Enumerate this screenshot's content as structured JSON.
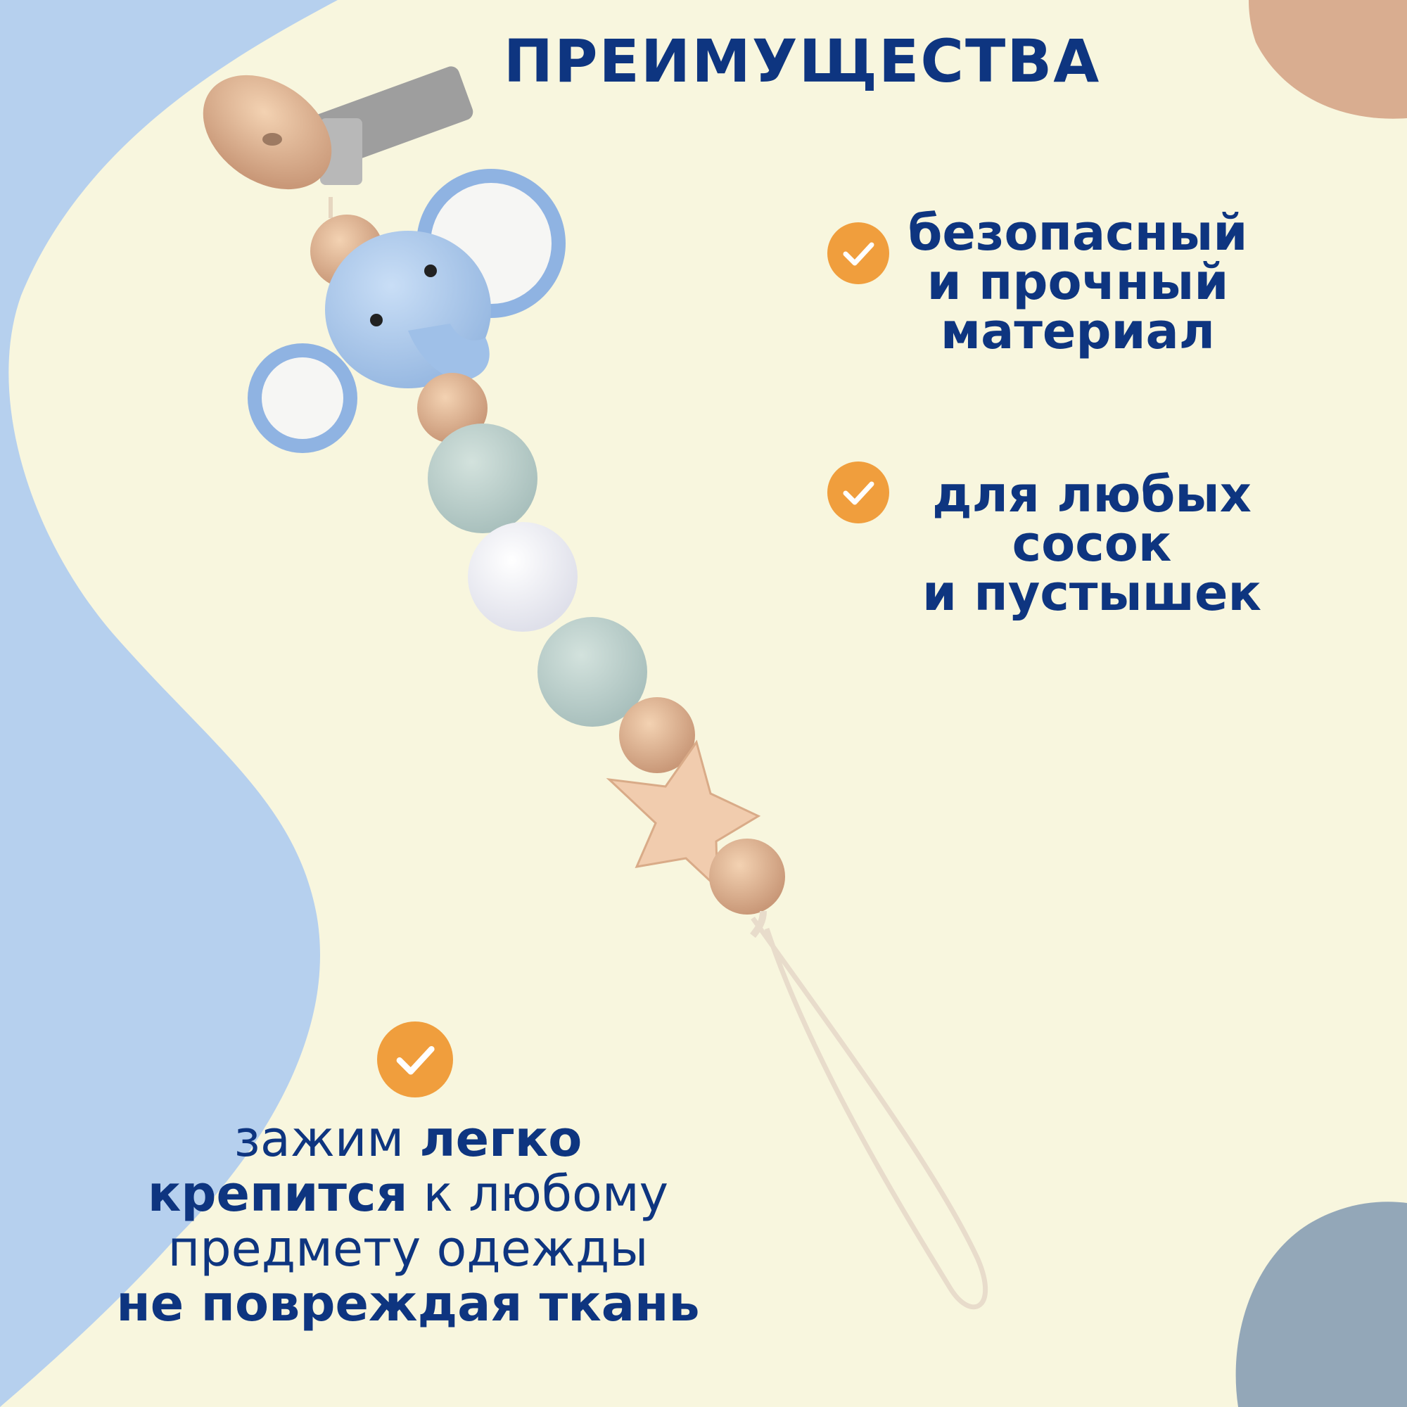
{
  "title": "ПРЕИМУЩЕСТВА",
  "features": [
    {
      "lines": [
        "безопасный",
        "и прочный",
        "материал"
      ]
    },
    {
      "lines": [
        "для любых",
        "сосок",
        "и пустышек"
      ]
    }
  ],
  "bottom_text": {
    "line1_regular": "зажим",
    "line1_bold": "легко",
    "line2_bold": "крепится",
    "line2_regular": "к любому",
    "line3_regular": "предмету одежды",
    "line4_bold": "не повреждая ткань"
  },
  "icons": {
    "check": "check-circle-icon"
  },
  "colors": {
    "background": "#f8f6de",
    "blue_shape": "#b6d0ee",
    "peach_shape": "#d9ad90",
    "slate_shape": "#93a7b8",
    "text": "#0e3580",
    "check_circle": "#f09e3d"
  }
}
